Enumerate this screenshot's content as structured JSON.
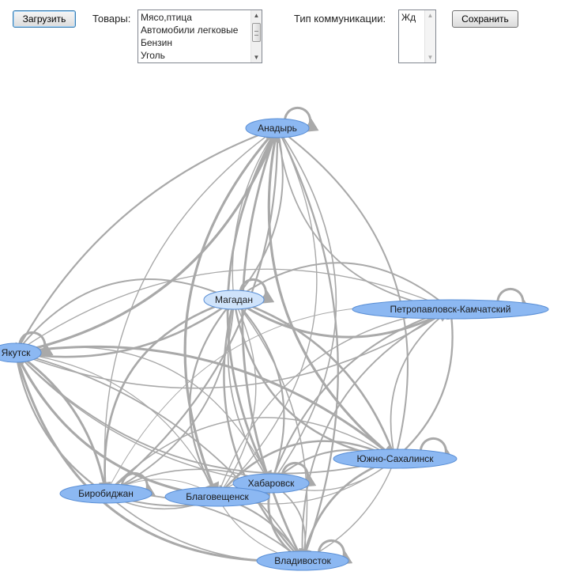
{
  "toolbar": {
    "load_label": "Загрузить",
    "goods_label": "Товары:",
    "goods_options": [
      "Мясо,птица",
      "Автомобили легковые",
      "Бензин",
      "Уголь"
    ],
    "comm_label": "Тип коммуникации:",
    "comm_options": [
      "Жд"
    ],
    "save_label": "Сохранить"
  },
  "graph": {
    "nodes": [
      {
        "id": "anadyr",
        "label": "Анадырь",
        "highlight": false
      },
      {
        "id": "magadan",
        "label": "Магадан",
        "highlight": true
      },
      {
        "id": "petro",
        "label": "Петропавловск-Камчатский",
        "highlight": false
      },
      {
        "id": "yakutsk",
        "label": "Якутск",
        "highlight": false
      },
      {
        "id": "yuzhno",
        "label": "Южно-Сахалинск",
        "highlight": false
      },
      {
        "id": "khab",
        "label": "Хабаровск",
        "highlight": false
      },
      {
        "id": "birob",
        "label": "Биробиджан",
        "highlight": false
      },
      {
        "id": "blag",
        "label": "Благовещенск",
        "highlight": false
      },
      {
        "id": "vlad",
        "label": "Владивосток",
        "highlight": false
      }
    ],
    "edges": [
      [
        "anadyr",
        "magadan"
      ],
      [
        "anadyr",
        "petro"
      ],
      [
        "anadyr",
        "yakutsk"
      ],
      [
        "anadyr",
        "yuzhno"
      ],
      [
        "anadyr",
        "khab"
      ],
      [
        "anadyr",
        "birob"
      ],
      [
        "anadyr",
        "blag"
      ],
      [
        "anadyr",
        "vlad"
      ],
      [
        "magadan",
        "anadyr"
      ],
      [
        "magadan",
        "petro"
      ],
      [
        "magadan",
        "yakutsk"
      ],
      [
        "magadan",
        "yuzhno"
      ],
      [
        "magadan",
        "khab"
      ],
      [
        "magadan",
        "birob"
      ],
      [
        "magadan",
        "blag"
      ],
      [
        "magadan",
        "vlad"
      ],
      [
        "petro",
        "magadan"
      ],
      [
        "petro",
        "yakutsk"
      ],
      [
        "petro",
        "yuzhno"
      ],
      [
        "petro",
        "khab"
      ],
      [
        "petro",
        "birob"
      ],
      [
        "petro",
        "blag"
      ],
      [
        "petro",
        "vlad"
      ],
      [
        "yakutsk",
        "anadyr"
      ],
      [
        "yakutsk",
        "magadan"
      ],
      [
        "yakutsk",
        "petro"
      ],
      [
        "yakutsk",
        "yuzhno"
      ],
      [
        "yakutsk",
        "khab"
      ],
      [
        "yakutsk",
        "birob"
      ],
      [
        "yakutsk",
        "blag"
      ],
      [
        "yakutsk",
        "vlad"
      ],
      [
        "yuzhno",
        "anadyr"
      ],
      [
        "yuzhno",
        "magadan"
      ],
      [
        "yuzhno",
        "petro"
      ],
      [
        "yuzhno",
        "yakutsk"
      ],
      [
        "yuzhno",
        "khab"
      ],
      [
        "yuzhno",
        "birob"
      ],
      [
        "yuzhno",
        "blag"
      ],
      [
        "yuzhno",
        "vlad"
      ],
      [
        "khab",
        "anadyr"
      ],
      [
        "khab",
        "magadan"
      ],
      [
        "khab",
        "yakutsk"
      ],
      [
        "khab",
        "yuzhno"
      ],
      [
        "khab",
        "birob"
      ],
      [
        "khab",
        "blag"
      ],
      [
        "khab",
        "vlad"
      ],
      [
        "birob",
        "anadyr"
      ],
      [
        "birob",
        "magadan"
      ],
      [
        "birob",
        "yakutsk"
      ],
      [
        "birob",
        "khab"
      ],
      [
        "birob",
        "blag"
      ],
      [
        "birob",
        "vlad"
      ],
      [
        "blag",
        "anadyr"
      ],
      [
        "blag",
        "magadan"
      ],
      [
        "blag",
        "yakutsk"
      ],
      [
        "blag",
        "khab"
      ],
      [
        "blag",
        "birob"
      ],
      [
        "blag",
        "vlad"
      ],
      [
        "blag",
        "yuzhno"
      ],
      [
        "vlad",
        "anadyr"
      ],
      [
        "vlad",
        "magadan"
      ],
      [
        "vlad",
        "yakutsk"
      ],
      [
        "vlad",
        "khab"
      ],
      [
        "vlad",
        "birob"
      ],
      [
        "vlad",
        "blag"
      ],
      [
        "vlad",
        "yuzhno"
      ]
    ],
    "self_loops": [
      "anadyr",
      "magadan",
      "petro",
      "yakutsk",
      "yuzhno",
      "khab",
      "birob",
      "vlad"
    ],
    "colors": {
      "node_fill": "#8cb8f2",
      "node_highlight": "#cfe3fb",
      "node_stroke": "#5a8fd6",
      "edge": "#a9a9a9"
    }
  }
}
